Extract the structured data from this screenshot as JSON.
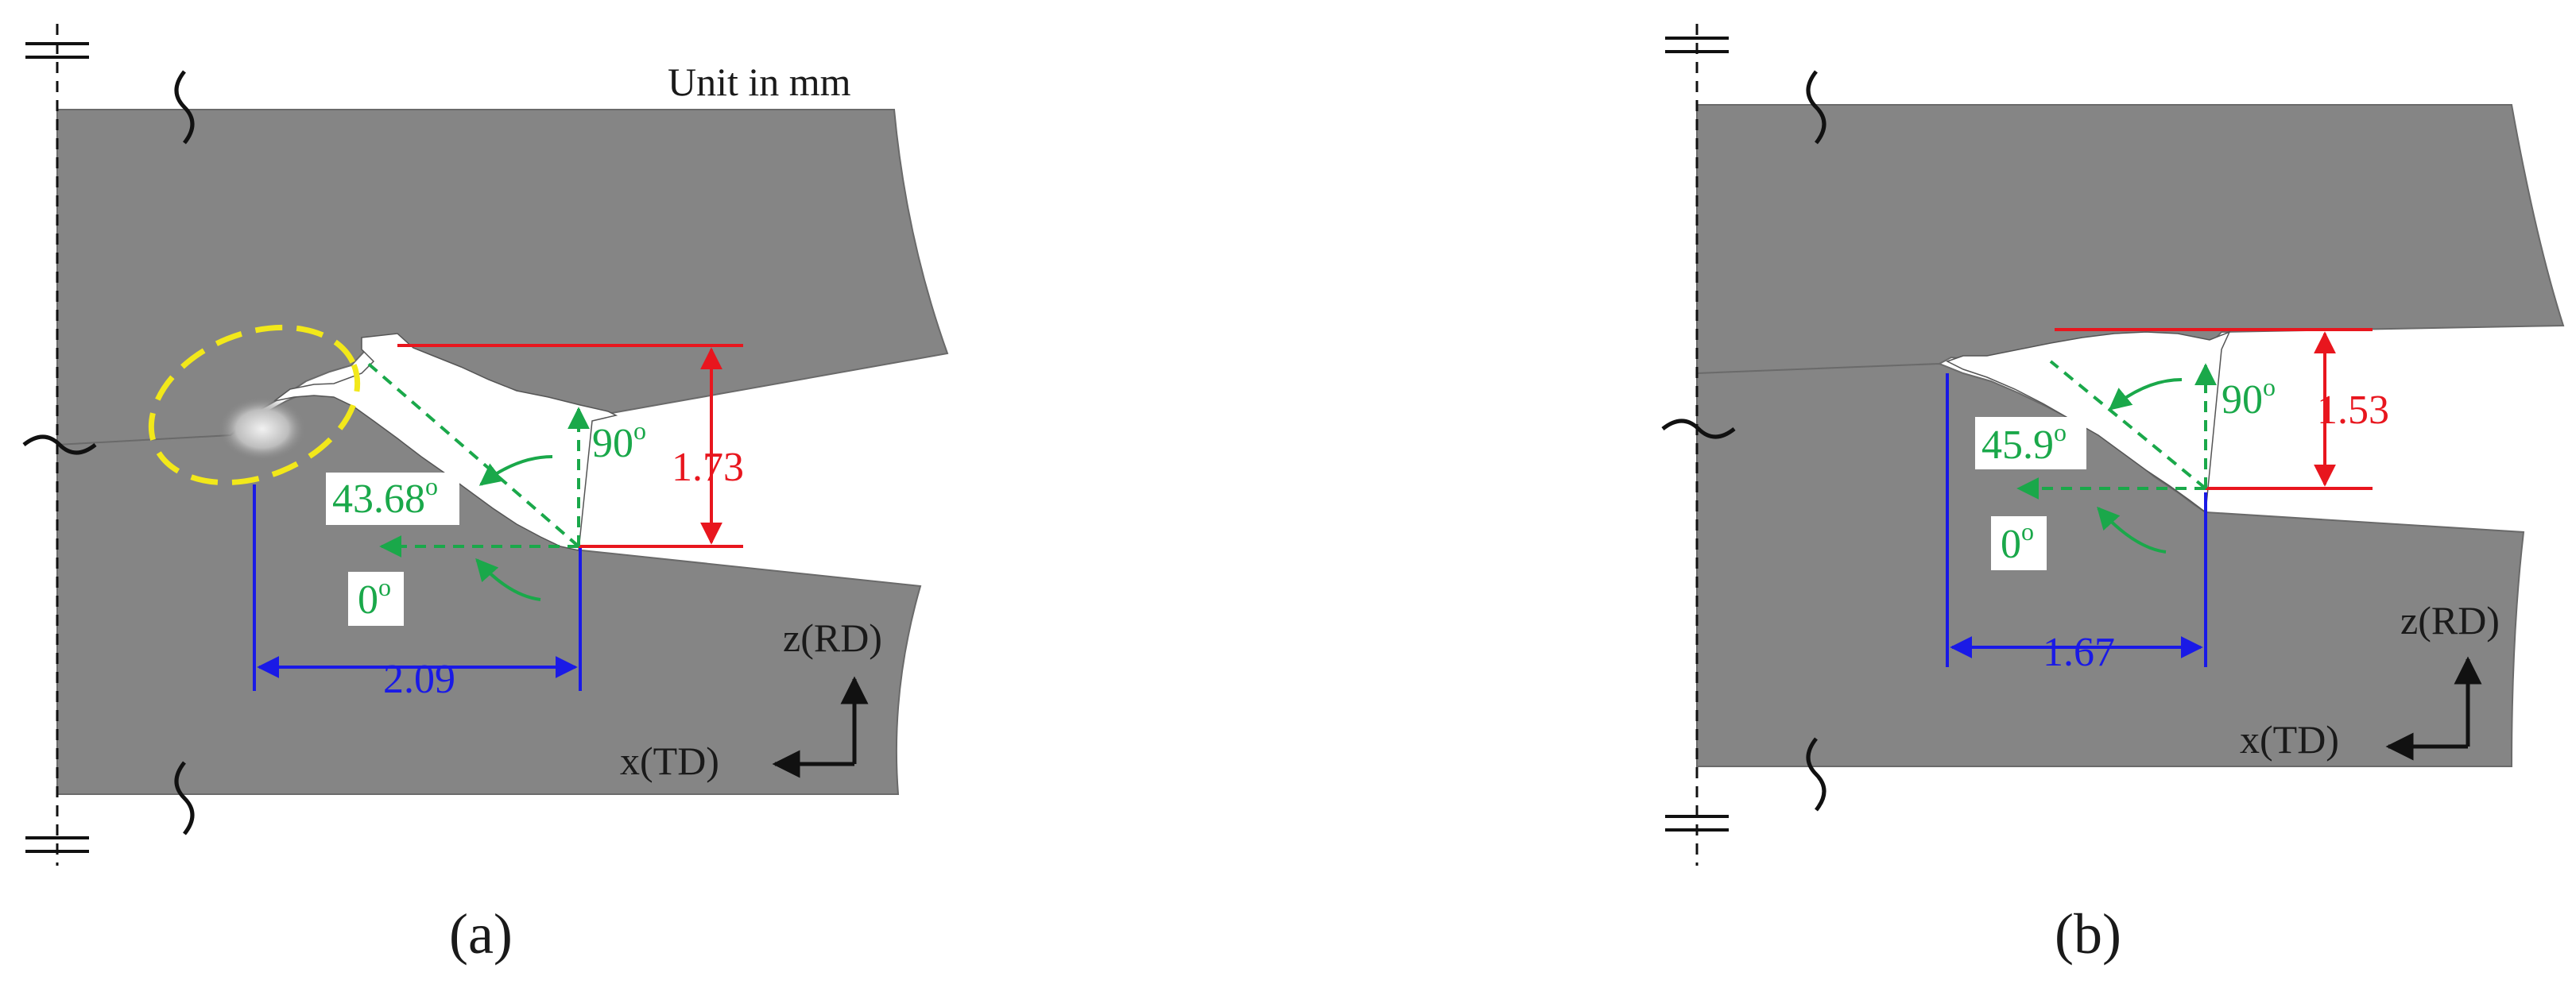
{
  "figure": {
    "unit_note": "Unit in mm",
    "colors": {
      "specimen": "#858585",
      "height_dimension": "#e8161e",
      "width_dimension": "#1a1ae6",
      "angle_annotation": "#1aa84a",
      "highlight_ellipse": "#f2e81a"
    },
    "panels": [
      {
        "label": "(a)",
        "height_value": "1.73",
        "width_value": "2.09",
        "angle_top": "90",
        "angle_diag": "43.68",
        "angle_bottom": "0",
        "axis_vertical": "z(RD)",
        "axis_horizontal": "x(TD)",
        "has_highlight": true
      },
      {
        "label": "(b)",
        "height_value": "1.53",
        "width_value": "1.67",
        "angle_top": "90",
        "angle_diag": "45.9",
        "angle_bottom": "0",
        "axis_vertical": "z(RD)",
        "axis_horizontal": "x(TD)",
        "has_highlight": false
      }
    ]
  }
}
